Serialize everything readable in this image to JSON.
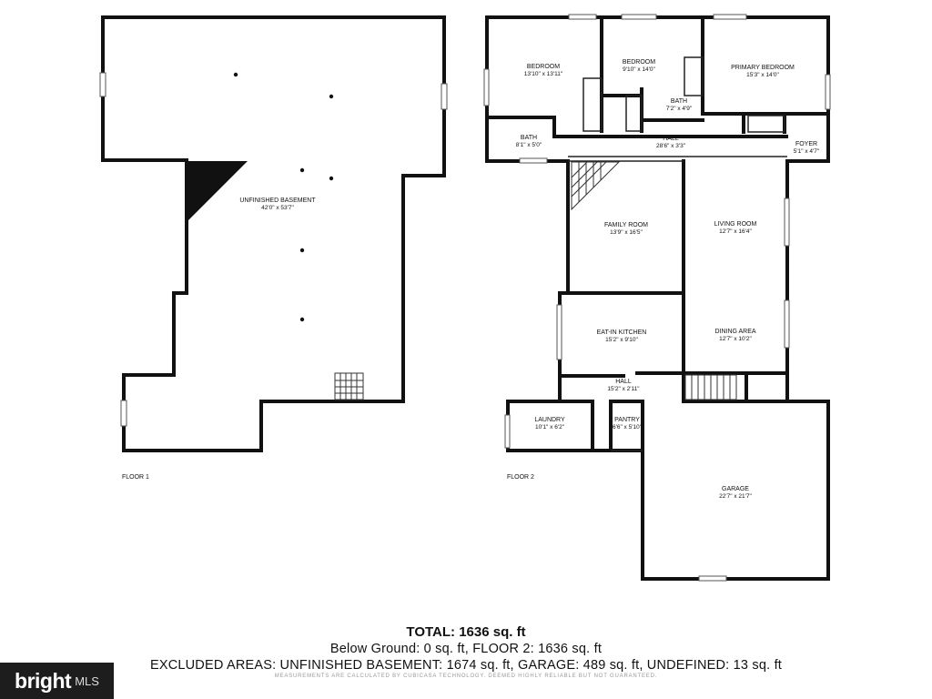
{
  "floors": [
    {
      "label": "FLOOR 1",
      "rooms": [
        {
          "name": "UNFINISHED BASEMENT",
          "dim": "42'0\" x 53'7\""
        }
      ]
    },
    {
      "label": "FLOOR 2",
      "rooms": [
        {
          "name": "BEDROOM",
          "dim": "13'10\" x 13'11\""
        },
        {
          "name": "BEDROOM",
          "dim": "9'10\" x 14'0\""
        },
        {
          "name": "PRIMARY BEDROOM",
          "dim": "15'3\" x 14'0\""
        },
        {
          "name": "BATH",
          "dim": "7'2\" x 4'9\""
        },
        {
          "name": "BATH",
          "dim": "8'1\" x 5'0\""
        },
        {
          "name": "HALL",
          "dim": "28'6\" x 3'3\""
        },
        {
          "name": "FOYER",
          "dim": "5'1\" x 4'7\""
        },
        {
          "name": "FAMILY ROOM",
          "dim": "13'9\" x 16'5\""
        },
        {
          "name": "LIVING ROOM",
          "dim": "12'7\" x 16'4\""
        },
        {
          "name": "EAT-IN KITCHEN",
          "dim": "15'2\" x 9'10\""
        },
        {
          "name": "DINING AREA",
          "dim": "12'7\" x 10'2\""
        },
        {
          "name": "HALL",
          "dim": "15'2\" x 2'11\""
        },
        {
          "name": "LAUNDRY",
          "dim": "10'1\" x 6'2\""
        },
        {
          "name": "PANTRY",
          "dim": "6'6\" x 5'10\""
        },
        {
          "name": "GARAGE",
          "dim": "22'7\" x 21'7\""
        }
      ]
    }
  ],
  "summary": {
    "total": "TOTAL: 1636 sq. ft",
    "below": "Below Ground: 0 sq. ft, FLOOR 2: 1636 sq. ft",
    "excluded": "EXCLUDED AREAS: UNFINISHED BASEMENT: 1674 sq. ft, GARAGE: 489 sq. ft, UNDEFINED: 13 sq. ft",
    "disclaimer": "MEASUREMENTS ARE CALCULATED BY CUBICASA TECHNOLOGY. DEEMED HIGHLY RELIABLE BUT NOT GUARANTEED."
  },
  "logo": {
    "brand": "bright",
    "suffix": "MLS"
  }
}
